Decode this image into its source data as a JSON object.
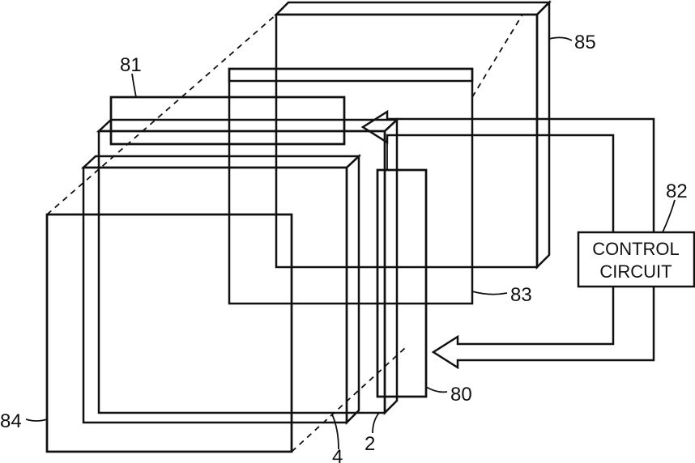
{
  "labels": {
    "l81": "81",
    "l85": "85",
    "l82": "82",
    "l83": "83",
    "l80": "80",
    "l84": "84",
    "l4": "4",
    "l2": "2"
  },
  "control_circuit": {
    "line1": "CONTROL",
    "line2": "CIRCUIT"
  }
}
